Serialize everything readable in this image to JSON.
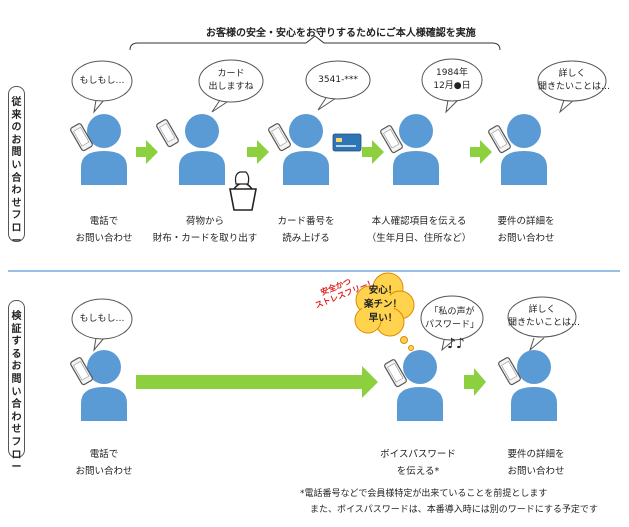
{
  "title": "お客様の安全・安心をお守りするためにご本人様確認を実施",
  "traditional": {
    "side_label": "従来のお問い合わせフロー",
    "bubbles": [
      "もしもし…",
      "カード\n出しますね",
      "3541-***",
      "1984年\n12月●日",
      "詳しく\n聞きたいことは…"
    ],
    "steps": [
      "電話で\nお問い合わせ",
      "荷物から\n財布・カードを取り出す",
      "カード番号を\n読み上げる",
      "本人確認項目を伝える\n（生年月日、住所など）",
      "要件の詳細を\nお問い合わせ"
    ]
  },
  "voice": {
    "side_label": "検証するお問い合わせフロー",
    "bubbles": [
      "もしもし…",
      "「私の声が\nパスワード」",
      "詳しく\n聞きたいことは…"
    ],
    "steps": [
      "電話で\nお問い合わせ",
      "ボイスパスワード\nを伝える*",
      "要件の詳細を\nお問い合わせ"
    ],
    "cloud_text": "安心！\n楽チン！\n早い！",
    "red_text": "安全かつ\nストレスフリー！",
    "music_notes": "♪♪"
  },
  "footnotes": [
    "*電話番号などで会員様特定が出来ていることを前提とします",
    "また、ボイスパスワードは、本番導入時には別のワードにする予定です"
  ],
  "colors": {
    "person": "#5b9bd5",
    "arrow": "#8ccf3f",
    "divider": "#5b9bd5",
    "card": "#2e75b6",
    "red": "#e02020"
  },
  "icons": [
    "smartphone-icon",
    "basket-icon",
    "hand-icon",
    "credit-card-icon",
    "thought-cloud-icon",
    "music-notes-icon"
  ]
}
